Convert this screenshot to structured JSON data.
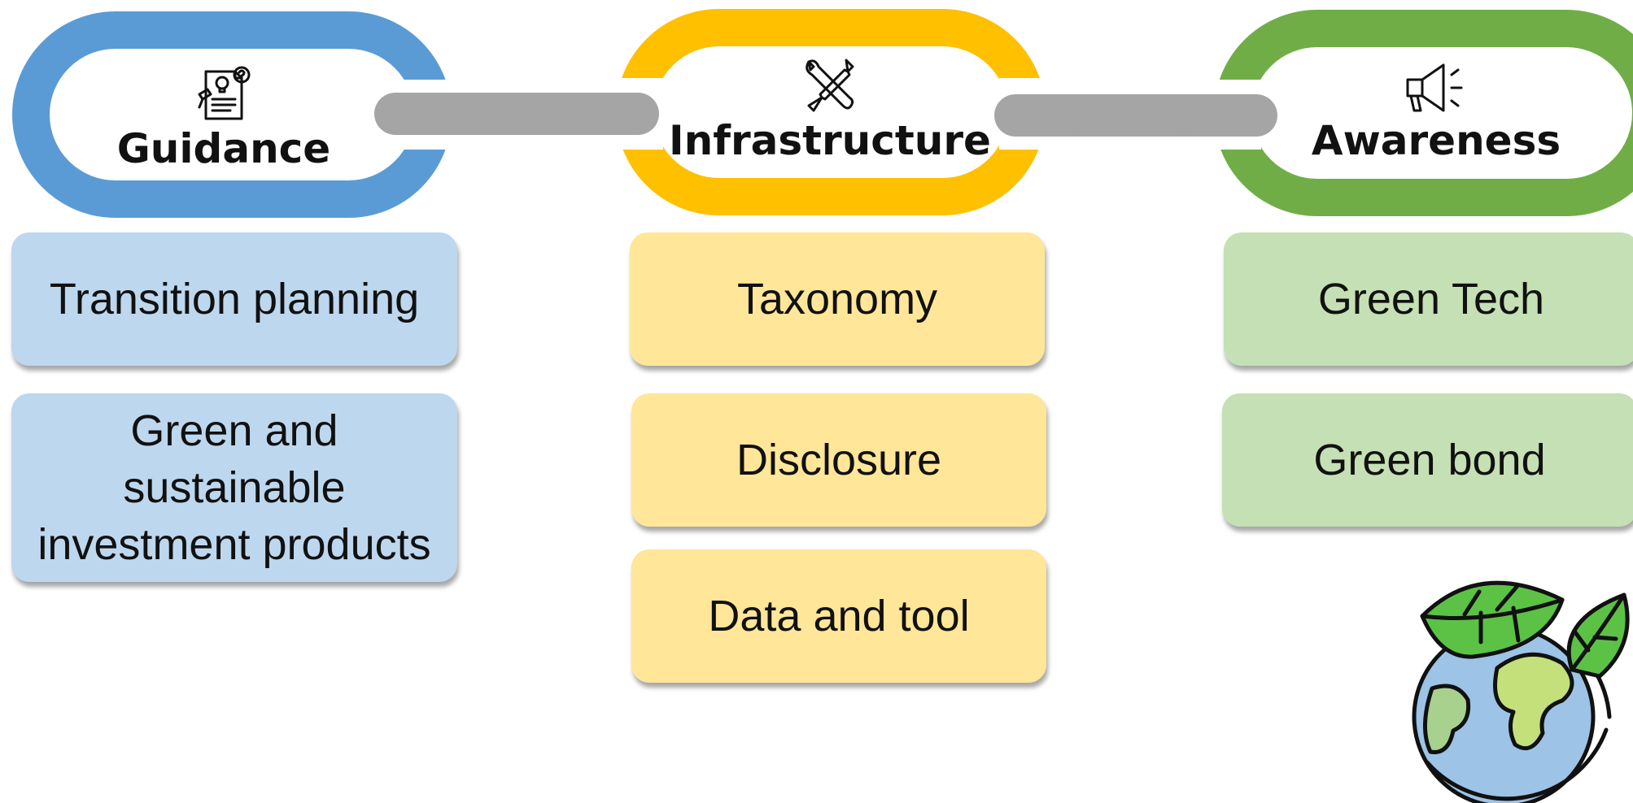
{
  "colors": {
    "guidance": "#5b9bd5",
    "infrastructure": "#ffc000",
    "awareness": "#70ad47",
    "connector": "#a5a5a5",
    "guidance_box": "#bdd7ee",
    "infrastructure_box": "#ffe699",
    "awareness_box": "#c5e0b4"
  },
  "links": {
    "guidance": {
      "title": "Guidance",
      "icon": "document-idea-icon"
    },
    "infrastructure": {
      "title": "Infrastructure",
      "icon": "tools-icon"
    },
    "awareness": {
      "title": "Awareness",
      "icon": "megaphone-icon"
    }
  },
  "guidance_items": [
    "Transition planning",
    "Green and sustainable investment products"
  ],
  "infrastructure_items": [
    "Taxonomy",
    "Disclosure",
    "Data and tool"
  ],
  "awareness_items": [
    "Green Tech",
    "Green bond"
  ],
  "decoration": {
    "icon": "earth-leaves-icon"
  }
}
